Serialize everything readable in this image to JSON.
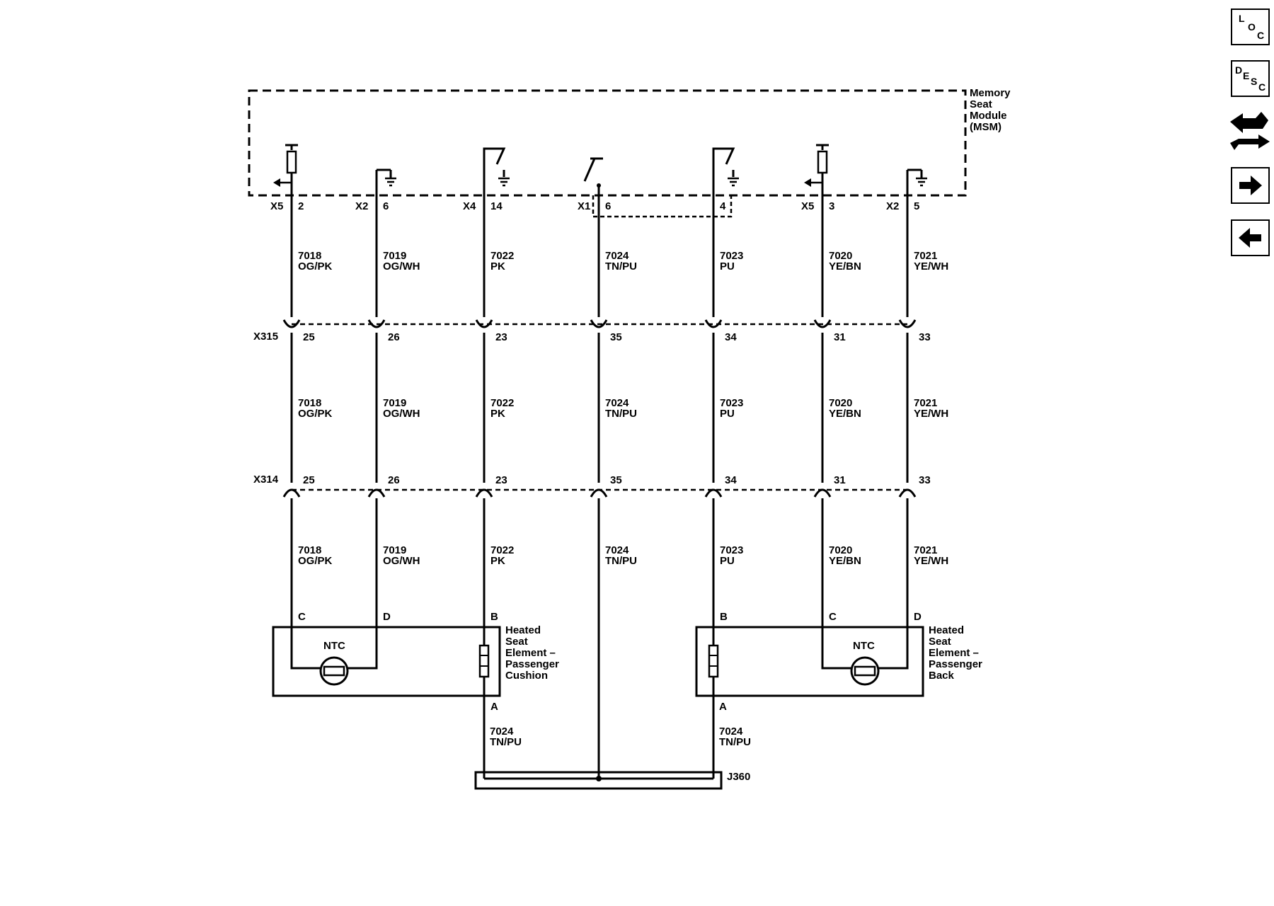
{
  "module": {
    "name_lines": [
      "Memory",
      "Seat",
      "Module",
      "(MSM)"
    ]
  },
  "jumper_label": "J360",
  "inline_connectors": [
    {
      "label": "X315",
      "pins": [
        "25",
        "26",
        "23",
        "35",
        "34",
        "31",
        "33"
      ]
    },
    {
      "label": "X314",
      "pins": [
        "25",
        "26",
        "23",
        "35",
        "34",
        "31",
        "33"
      ]
    }
  ],
  "circuits": [
    {
      "msm_connector": "X5",
      "msm_pin": "2",
      "circuit": "7018",
      "color": "OG/PK",
      "load_pin": "C",
      "symbol": "reference"
    },
    {
      "msm_connector": "X2",
      "msm_pin": "6",
      "circuit": "7019",
      "color": "OG/WH",
      "load_pin": "D",
      "symbol": "ground"
    },
    {
      "msm_connector": "X4",
      "msm_pin": "14",
      "circuit": "7022",
      "color": "PK",
      "load_pin": "B",
      "symbol": "relay"
    },
    {
      "msm_connector": "X1",
      "msm_pin": "6",
      "circuit": "7024",
      "color": "TN/PU",
      "load_pin": "",
      "symbol": "switch"
    },
    {
      "msm_connector": "",
      "msm_pin": "4",
      "circuit": "7023",
      "color": "PU",
      "load_pin": "B",
      "symbol": "relay"
    },
    {
      "msm_connector": "X5",
      "msm_pin": "3",
      "circuit": "7020",
      "color": "YE/BN",
      "load_pin": "C",
      "symbol": "reference"
    },
    {
      "msm_connector": "X2",
      "msm_pin": "5",
      "circuit": "7021",
      "color": "YE/WH",
      "load_pin": "D",
      "symbol": "ground"
    }
  ],
  "elements": [
    {
      "name_lines": [
        "Heated",
        "Seat",
        "Element –",
        "Passenger",
        "Cushion"
      ],
      "sensor_label": "NTC",
      "ground_pin": "A"
    },
    {
      "name_lines": [
        "Heated",
        "Seat",
        "Element –",
        "Passenger",
        "Back"
      ],
      "sensor_label": "NTC",
      "ground_pin": "A"
    }
  ],
  "ground_wires": [
    {
      "circuit": "7024",
      "color": "TN/PU"
    },
    {
      "circuit": "7024",
      "color": "TN/PU"
    }
  ],
  "nav_buttons": [
    {
      "id": "loc",
      "letters": [
        "L",
        "O",
        "C"
      ],
      "icon": "location-icon"
    },
    {
      "id": "desc",
      "letters": [
        "D",
        "E",
        "S",
        "C"
      ],
      "icon": "description-icon"
    },
    {
      "id": "connector",
      "icon": "connector-icon"
    },
    {
      "id": "next",
      "icon": "arrow-right-icon"
    },
    {
      "id": "prev",
      "icon": "arrow-left-icon"
    }
  ]
}
